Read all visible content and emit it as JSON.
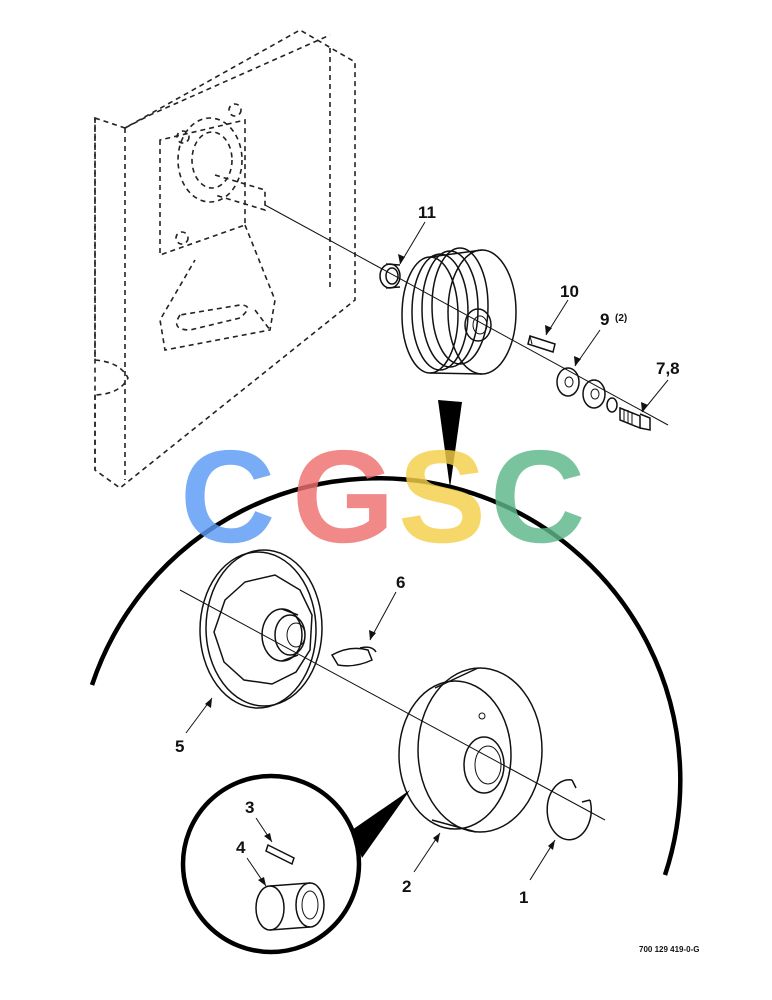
{
  "callouts": {
    "c1": "1",
    "c2": "2",
    "c3": "3",
    "c4": "4",
    "c5": "5",
    "c6": "6",
    "c78": "7,8",
    "c9": "9",
    "c9qty": "(2)",
    "c10": "10",
    "c11": "11"
  },
  "figure_number": "700 129 419-0-G",
  "watermark": {
    "letters": [
      "C",
      "G",
      "S",
      "C"
    ],
    "colors": [
      "#5b9bf5",
      "#f07070",
      "#f5d04a",
      "#5cb88a"
    ]
  }
}
